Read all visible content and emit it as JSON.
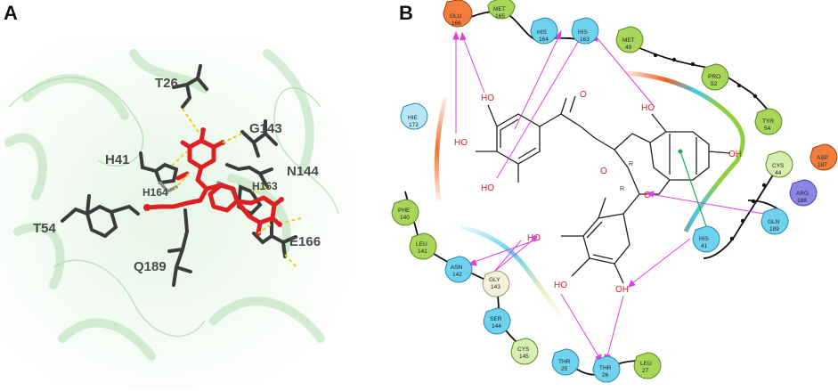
{
  "panels": {
    "a": "A",
    "b": "B"
  },
  "panel_a": {
    "labels": {
      "t26": "T26",
      "g143": "G143",
      "h41": "H41",
      "n144": "N144",
      "h164": "H164",
      "h163": "H163",
      "t54": "T54",
      "q189": "Q189",
      "e166": "E166"
    }
  },
  "panel_b": {
    "residues": {
      "glu166": {
        "name": "GLU",
        "num": "166"
      },
      "met165": {
        "name": "MET",
        "num": "165"
      },
      "his164": {
        "name": "HIS",
        "num": "164"
      },
      "his163": {
        "name": "HIS",
        "num": "163"
      },
      "met49": {
        "name": "MET",
        "num": "49"
      },
      "pro52": {
        "name": "PRO",
        "num": "52"
      },
      "tyr54": {
        "name": "TYR",
        "num": "54"
      },
      "hie172": {
        "name": "HIE",
        "num": "172"
      },
      "asp187": {
        "name": "ASP",
        "num": "187"
      },
      "cys44": {
        "name": "CYS",
        "num": "44"
      },
      "arg188": {
        "name": "ARG",
        "num": "188"
      },
      "gln189": {
        "name": "GLN",
        "num": "189"
      },
      "his41": {
        "name": "HIS",
        "num": "41"
      },
      "phe140": {
        "name": "PHE",
        "num": "140"
      },
      "leu141": {
        "name": "LEU",
        "num": "141"
      },
      "asn142": {
        "name": "ASN",
        "num": "142"
      },
      "gly143": {
        "name": "GLY",
        "num": "143"
      },
      "ser144": {
        "name": "SER",
        "num": "144"
      },
      "cys145": {
        "name": "CYS",
        "num": "145"
      },
      "thr25": {
        "name": "THR",
        "num": "25"
      },
      "thr26": {
        "name": "THR",
        "num": "26"
      },
      "leu27": {
        "name": "LEU",
        "num": "27"
      }
    },
    "atoms": {
      "oh": "HO",
      "oh_r": "OH",
      "o": "O",
      "stereo_r": "R"
    },
    "colors": {
      "acidic": "#f47c3c",
      "hydrophobic": "#a8d65a",
      "polar": "#6fd3ef",
      "basic": "#8c86e8",
      "glycine": "#f2f2dc",
      "hbond": "#e040e0",
      "pistack": "#22aa55",
      "ligand": "#d2232a"
    }
  }
}
